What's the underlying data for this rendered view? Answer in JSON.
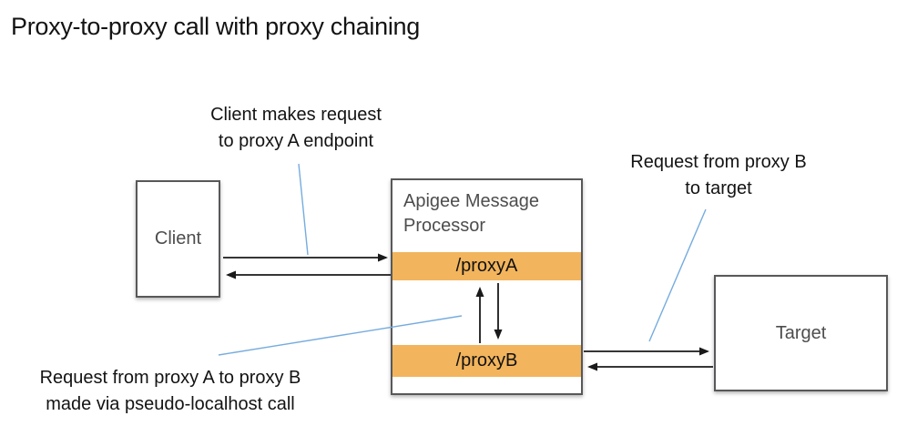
{
  "title": "Proxy-to-proxy call with proxy chaining",
  "annotations": {
    "client_request": "Client makes request\nto proxy A endpoint",
    "proxyb_to_target": "Request from proxy B\nto target",
    "proxya_to_proxyb": "Request from proxy A to proxy B\nmade via pseudo-localhost call"
  },
  "nodes": {
    "client": {
      "label": "Client"
    },
    "apigee": {
      "label": "Apigee Message\nProcessor",
      "bars": [
        {
          "label": "/proxyA"
        },
        {
          "label": "/proxyB"
        }
      ]
    },
    "target": {
      "label": "Target"
    }
  },
  "colors": {
    "ink": "#131313",
    "graytext": "#4d4d4d",
    "border": "#58585a",
    "orange": "#f2b45c",
    "arrow": "#1a1a1a",
    "callout": "#76acde"
  }
}
